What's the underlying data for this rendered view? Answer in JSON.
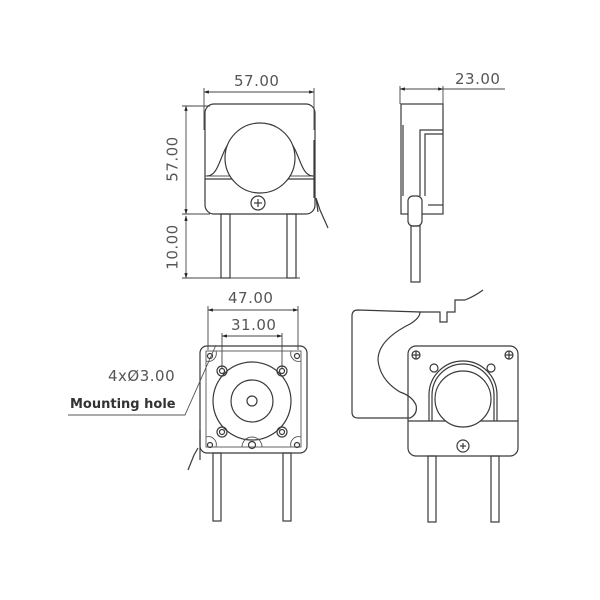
{
  "drawing": {
    "title": "Peristaltic pump dimension drawing",
    "views": {
      "front": {
        "width_label": "57.00",
        "height_label": "57.00",
        "pin_length_label": "10.00"
      },
      "side": {
        "depth_label": "23.00"
      },
      "back": {
        "outer_hole_spacing_label": "47.00",
        "inner_hole_spacing_label": "31.00",
        "hole_spec_label": "4xØ3.00",
        "callout_label": "Mounting hole"
      },
      "open_view": {
        "description": "Pump with lever opened"
      }
    },
    "colors": {
      "line": "#3a3a3a",
      "text": "#555555",
      "background": "#ffffff"
    }
  }
}
